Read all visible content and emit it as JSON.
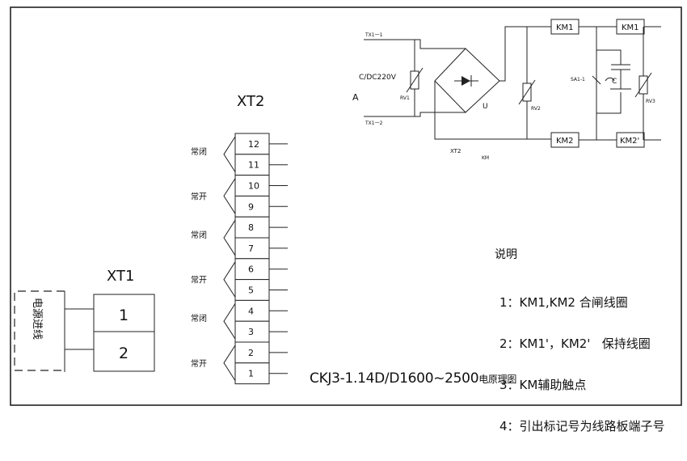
{
  "diagram": {
    "title_main": "CKJ3-1.14D/D1600~2500",
    "title_suffix": "电原理图",
    "xt1": {
      "label": "XT1",
      "source_label": "电源进线",
      "terminals": [
        "1",
        "2"
      ]
    },
    "xt2": {
      "label": "XT2",
      "terminals": [
        "12",
        "11",
        "10",
        "9",
        "8",
        "7",
        "6",
        "5",
        "4",
        "3",
        "2",
        "1"
      ],
      "groups": [
        "常闭",
        "常开",
        "常闭",
        "常开",
        "常闭",
        "常开"
      ]
    },
    "schematic": {
      "tx_top": "TX1一1",
      "tx_bottom": "TX1一2",
      "voltage": "C/DC220V",
      "a_label": "A",
      "rv1": "RV1",
      "rv2": "RV2",
      "rv3": "RV3",
      "u_label": "U",
      "sa_label": "SA1-1",
      "c_label": "C",
      "xt2_label": "XT2",
      "km_label": "KM",
      "km1_a": "KM1",
      "km1_b": "KM1",
      "km2_a": "KM2",
      "km2_b": "KM2'"
    },
    "notes": {
      "header": "说明",
      "items": [
        "1：KM1,KM2 合闸线圈",
        "2：KM1'，KM2'   保持线圈",
        "3：KM辅助触点",
        "4：引出标记号为线路板端子号"
      ]
    }
  }
}
